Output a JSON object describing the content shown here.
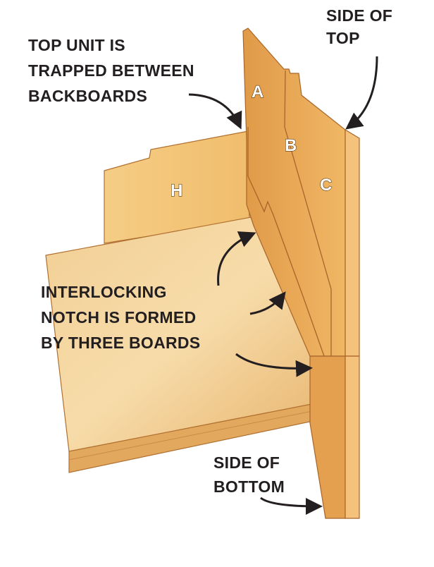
{
  "callouts": {
    "top_unit": [
      "TOP UNIT IS",
      "TRAPPED BETWEEN",
      "BACKBOARDS"
    ],
    "side_of_top": [
      "SIDE OF",
      "TOP"
    ],
    "notch": [
      "INTERLOCKING",
      "NOTCH IS FORMED",
      "BY THREE BOARDS"
    ],
    "side_of_bottom": [
      "SIDE OF",
      "BOTTOM"
    ]
  },
  "parts": {
    "a": "A",
    "b": "B",
    "c": "C",
    "h": "H"
  },
  "colors": {
    "wood_light": "#f3c47a",
    "wood_mid": "#e8a857",
    "wood_dark": "#c9803a",
    "text": "#231f20"
  }
}
